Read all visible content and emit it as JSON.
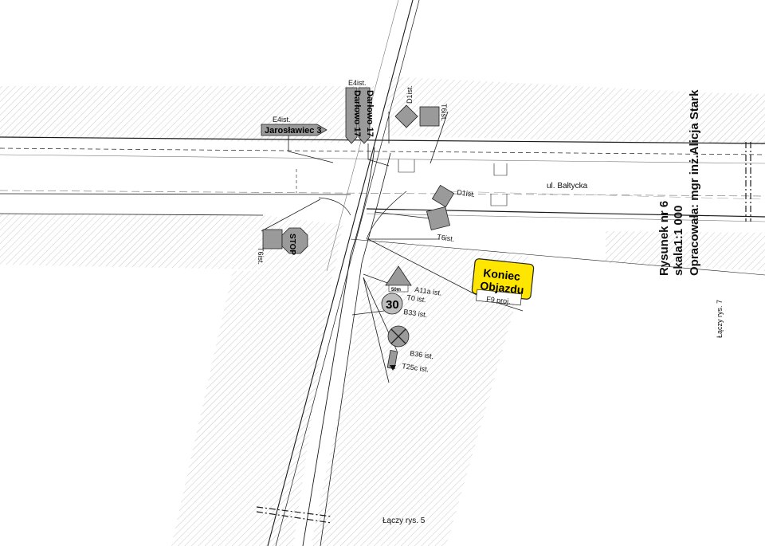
{
  "street_name": "ul. Bałtycka",
  "title_block": {
    "drawing_no": "Rysunek nr 6",
    "scale": "skala1:1 000",
    "author": "Opracowała: mgr inż.Alicja Stark"
  },
  "connections": {
    "right": "Łączy rys. 7",
    "bottom": "Łączy rys. 5"
  },
  "signs": {
    "e4_left": {
      "code": "E4ist.",
      "text": "Jarosławiec 3"
    },
    "e4_top": {
      "code": "E4ist.",
      "text_a": "Darłowo 17",
      "text_b": "Darłowo 17"
    },
    "d1_top": {
      "code": "D1ist."
    },
    "t6_top": {
      "code": "T6ist."
    },
    "d1_right": {
      "code": "D1ist."
    },
    "t6_right": {
      "code": "T6ist."
    },
    "t6_left": {
      "code": "T6ist."
    },
    "stop": {
      "text": "STOP"
    },
    "a11a": {
      "code": "A11a ist.",
      "plate": "50m"
    },
    "t0": {
      "code": "T0 ist."
    },
    "b33": {
      "code": "B33 ist.",
      "value": "30"
    },
    "b36": {
      "code": "B36 ist."
    },
    "t25c": {
      "code": "T25c ist."
    },
    "f9": {
      "line1": "Koniec",
      "line2": "Objazdu",
      "code": "F9 proj."
    }
  },
  "colors": {
    "hatch": "#c8c8c8",
    "sign_fill": "#9a9a9a",
    "f9_fill": "#ffe600",
    "line": "#1a1a1a"
  }
}
